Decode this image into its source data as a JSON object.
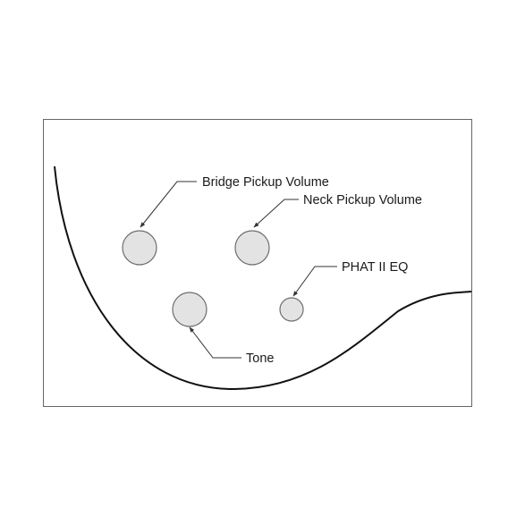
{
  "labels": {
    "bridge_volume": "Bridge Pickup Volume",
    "neck_volume": "Neck Pickup Volume",
    "phat_eq": "PHAT II EQ",
    "tone": "Tone"
  },
  "colors": {
    "background": "#ffffff",
    "frame_stroke": "#666666",
    "body_outline": "#111111",
    "knob_fill": "#e3e3e3",
    "knob_stroke": "#6e6e6e",
    "leader": "#333333",
    "text": "#1a1a1a"
  }
}
